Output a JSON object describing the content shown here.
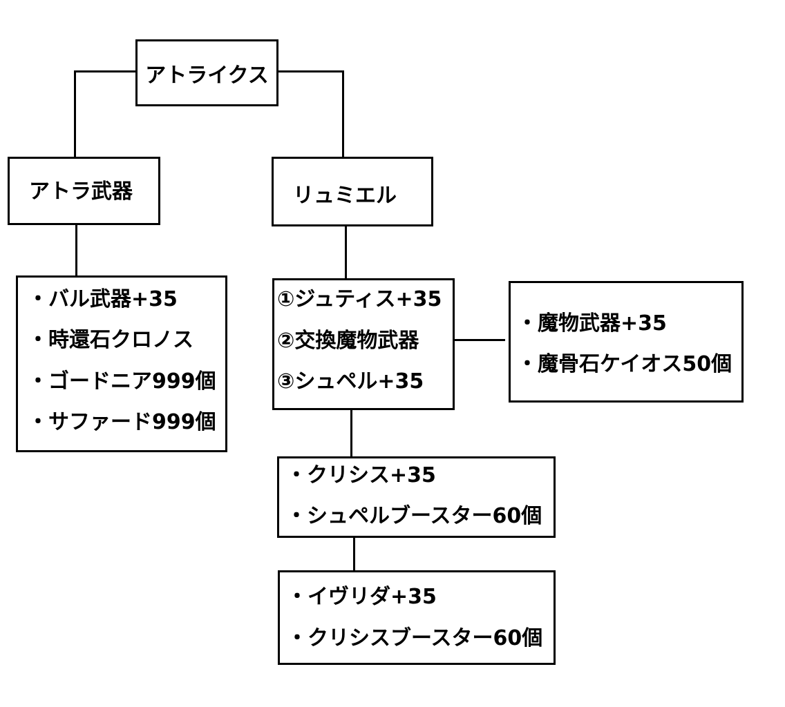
{
  "diagram": {
    "root": {
      "label": "アトライクス"
    },
    "left": {
      "label": "アトラ武器",
      "items": [
        "・バル武器+35",
        "・時還石クロノス",
        "・ゴードニア999個",
        "・サファード999個"
      ]
    },
    "right": {
      "label": "リュミエル",
      "steps": [
        "①ジュティス+35",
        "②交換魔物武器",
        "③シュペル+35"
      ],
      "side_items": [
        "・魔物武器+35",
        "・魔骨石ケイオス50個"
      ],
      "stage2_items": [
        "・クリシス+35",
        "・シュペルブースター60個"
      ],
      "stage3_items": [
        "・イヴリダ+35",
        "・クリシスブースター60個"
      ]
    }
  }
}
